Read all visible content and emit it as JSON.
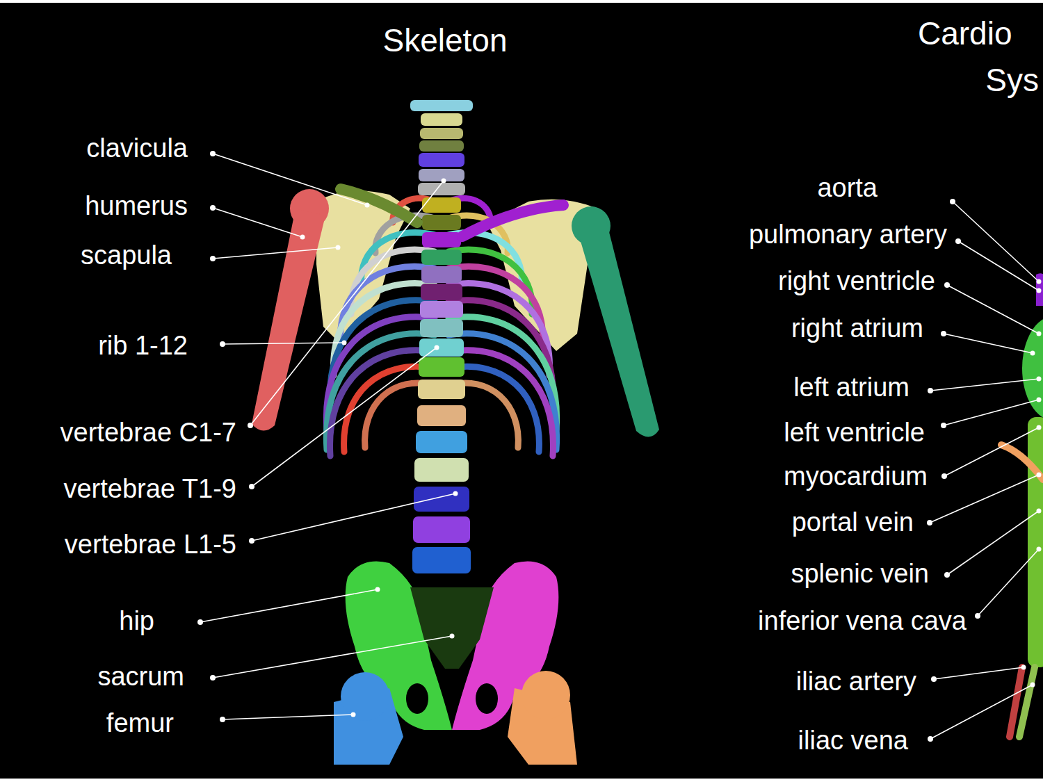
{
  "diagram": {
    "title": "Skeleton",
    "labels": [
      "clavicula",
      "humerus",
      "scapula",
      "rib 1-12",
      "vertebrae C1-7",
      "vertebrae T1-9",
      "vertebrae L1-5",
      "hip",
      "sacrum",
      "femur",
      "Cardio",
      "Sys",
      "aorta",
      "pulmonary artery",
      "right ventricle",
      "right atrium",
      "left atrium",
      "left ventricle",
      "myocardium",
      "portal vein",
      "splenic vein",
      "inferior vena cava",
      "iliac artery",
      "iliac vena"
    ]
  }
}
